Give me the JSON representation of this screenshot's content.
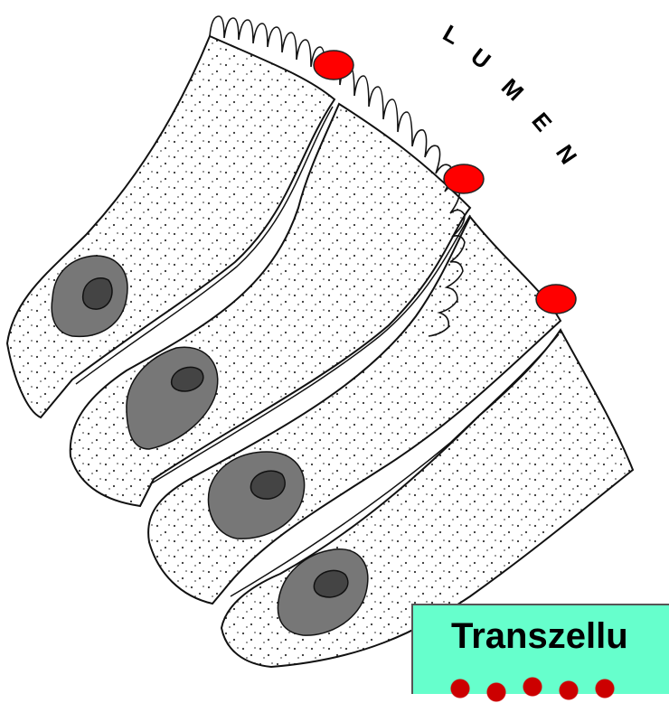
{
  "diagram": {
    "lumen_label": [
      "L",
      "U",
      "M",
      "E",
      "N"
    ],
    "caption": "Transzellu",
    "colors": {
      "marker": "#ff0000",
      "nucleus_outer": "#777777",
      "nucleus_inner": "#444444",
      "caption_bg": "#66ffcc",
      "caption_overflow": "#cc0000"
    }
  }
}
